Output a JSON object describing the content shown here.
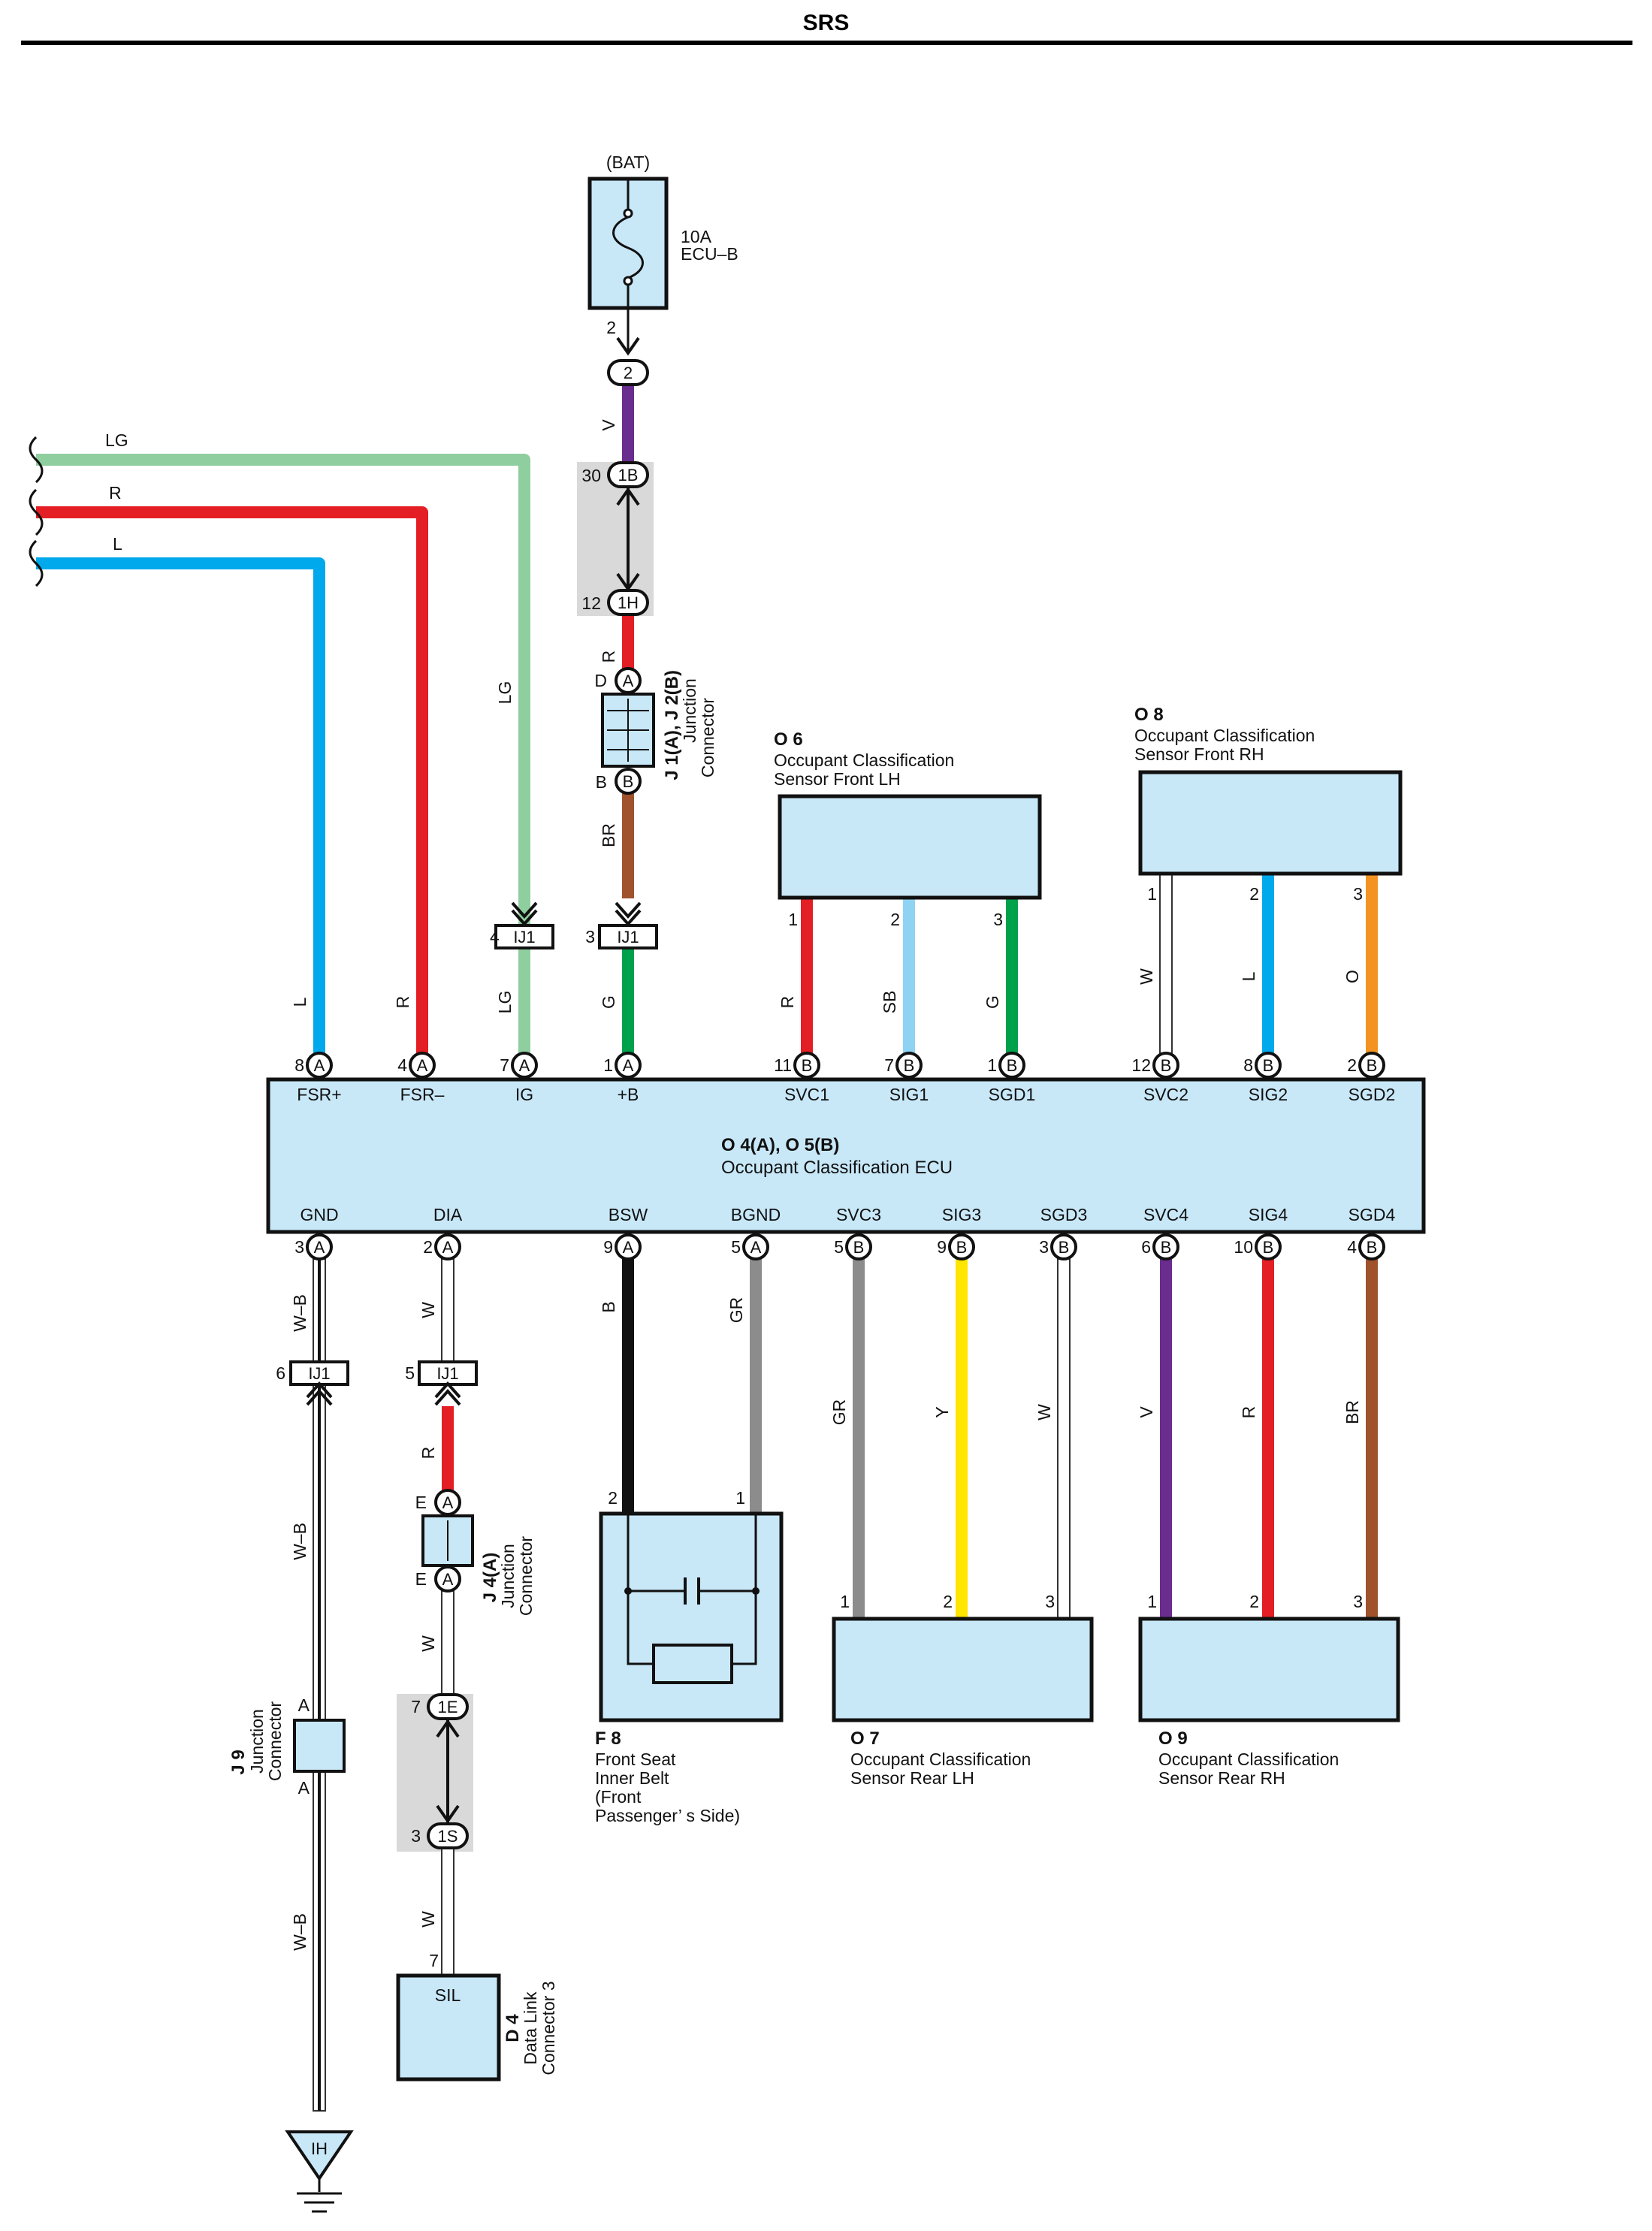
{
  "page": {
    "title": "SRS"
  },
  "colors": {
    "LG": "#8fcf9f",
    "R": "#e31e24",
    "L": "#00a9ec",
    "V": "#6a2c8f",
    "BR": "#a0522d",
    "G": "#00a14b",
    "SB": "#8fd3f3",
    "O": "#f39321",
    "W": "#ffffff",
    "B": "#111111",
    "GR": "#8c8c8c",
    "Y": "#ffe600",
    "WB": "#ffffff",
    "box": "#c8e8f8",
    "shade": "#d9d9d9"
  },
  "diagram": {
    "bat": {
      "label": "(BAT)",
      "fuse_rating": "10A",
      "fuse_name": "ECU–B",
      "pin": "2",
      "terminal": "2"
    },
    "left_inputs": [
      {
        "wire": "LG"
      },
      {
        "wire": "R"
      },
      {
        "wire": "L"
      }
    ],
    "ecu": {
      "id": "O 4(A), O 5(B)",
      "name": "Occupant Classification ECU",
      "top_pins": [
        {
          "pin": "8",
          "conn": "A",
          "label": "FSR+",
          "wire": "L"
        },
        {
          "pin": "4",
          "conn": "A",
          "label": "FSR–",
          "wire": "R"
        },
        {
          "pin": "7",
          "conn": "A",
          "label": "IG",
          "wire": "LG"
        },
        {
          "pin": "1",
          "conn": "A",
          "label": "+B",
          "wire": "G"
        },
        {
          "pin": "11",
          "conn": "B",
          "label": "SVC1",
          "wire": "R"
        },
        {
          "pin": "7",
          "conn": "B",
          "label": "SIG1",
          "wire": "SB"
        },
        {
          "pin": "1",
          "conn": "B",
          "label": "SGD1",
          "wire": "G"
        },
        {
          "pin": "12",
          "conn": "B",
          "label": "SVC2",
          "wire": "W"
        },
        {
          "pin": "8",
          "conn": "B",
          "label": "SIG2",
          "wire": "L"
        },
        {
          "pin": "2",
          "conn": "B",
          "label": "SGD2",
          "wire": "O"
        }
      ],
      "bottom_pins": [
        {
          "pin": "3",
          "conn": "A",
          "label": "GND",
          "wire": "W–B"
        },
        {
          "pin": "2",
          "conn": "A",
          "label": "DIA",
          "wire": "W"
        },
        {
          "pin": "9",
          "conn": "A",
          "label": "BSW",
          "wire": "B"
        },
        {
          "pin": "5",
          "conn": "A",
          "label": "BGND",
          "wire": "GR"
        },
        {
          "pin": "5",
          "conn": "B",
          "label": "SVC3",
          "wire": "GR"
        },
        {
          "pin": "9",
          "conn": "B",
          "label": "SIG3",
          "wire": "Y"
        },
        {
          "pin": "3",
          "conn": "B",
          "label": "SGD3",
          "wire": "W"
        },
        {
          "pin": "6",
          "conn": "B",
          "label": "SVC4",
          "wire": "V"
        },
        {
          "pin": "10",
          "conn": "B",
          "label": "SIG4",
          "wire": "R"
        },
        {
          "pin": "4",
          "conn": "B",
          "label": "SGD4",
          "wire": "BR"
        }
      ]
    },
    "fuse_chain": {
      "wire_v": "V",
      "conn_1b_pin": "30",
      "conn_1b": "1B",
      "conn_1h_pin": "12",
      "conn_1h": "1H",
      "wire_r": "R",
      "j1_pin_top": "D",
      "j1_pin_bottom": "B",
      "j1_conn_top": "A",
      "j1_conn_bottom": "B",
      "j1_id": "J 1(A), J 2(B)",
      "j1_name_1": "Junction",
      "j1_name_2": "Connector",
      "wire_br": "BR",
      "ij1_pin": "3",
      "ij1": "IJ1",
      "wire_g": "G"
    },
    "ig_chain": {
      "wire": "LG",
      "ij1_pin": "4",
      "ij1": "IJ1",
      "wire_below": "LG"
    },
    "sensors": {
      "o6": {
        "id": "O 6",
        "line1": "Occupant Classification",
        "line2": "Sensor Front LH",
        "pins": [
          "1",
          "2",
          "3"
        ]
      },
      "o8": {
        "id": "O 8",
        "line1": "Occupant Classification",
        "line2": "Sensor Front RH",
        "pins": [
          "1",
          "2",
          "3"
        ]
      },
      "o7": {
        "id": "O 7",
        "line1": "Occupant Classification",
        "line2": "Sensor Rear LH",
        "pins": [
          "1",
          "2",
          "3"
        ]
      },
      "o9": {
        "id": "O 9",
        "line1": "Occupant Classification",
        "line2": "Sensor Rear RH",
        "pins": [
          "1",
          "2",
          "3"
        ]
      }
    },
    "gnd_chain": {
      "wire_top": "W–B",
      "ij1_pin": "6",
      "ij1": "IJ1",
      "wire_mid": "W–B",
      "j9_pin_top": "A",
      "j9_pin_bottom": "A",
      "j9_id": "J 9",
      "j9_name_1": "Junction",
      "j9_name_2": "Connector",
      "wire_bottom": "W–B",
      "ground": "IH"
    },
    "dia_chain": {
      "wire_top": "W",
      "ij1_pin": "5",
      "ij1": "IJ1",
      "wire_r": "R",
      "j4_pin_top": "E",
      "j4_pin_bottom": "E",
      "j4_conn_top": "A",
      "j4_conn_bottom": "A",
      "j4_id": "J 4(A)",
      "j4_name_1": "Junction",
      "j4_name_2": "Connector",
      "wire_w2": "W",
      "conn_1e_pin": "7",
      "conn_1e": "1E",
      "conn_1s_pin": "3",
      "conn_1s": "1S",
      "wire_w3": "W",
      "d4_pin": "7",
      "d4_terminal": "SIL",
      "d4_id": "D 4",
      "d4_name_1": "Data Link",
      "d4_name_2": "Connector 3"
    },
    "f8": {
      "pin_bsw": "2",
      "pin_bgnd": "1",
      "id": "F 8",
      "line1": "Front Seat",
      "line2": "Inner Belt",
      "line3": "(Front",
      "line4": " Passenger’ s Side)"
    }
  }
}
